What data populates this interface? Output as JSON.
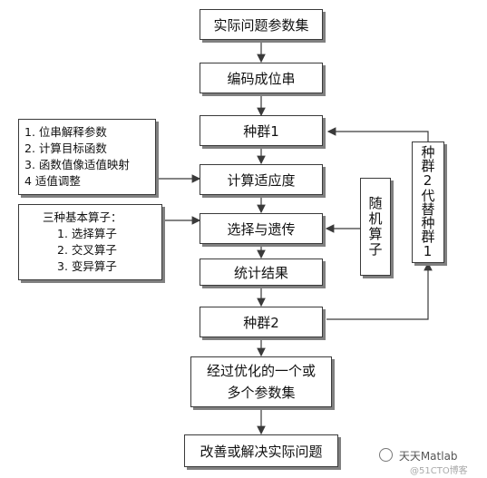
{
  "main_flow": [
    "实际问题参数集",
    "编码成位串",
    "种群1",
    "计算适应度",
    "选择与遗传",
    "统计结果",
    "种群2",
    "经过优化的一个或多个参数集",
    "改善或解决实际问题"
  ],
  "side_notes": {
    "fitness": [
      "1. 位串解释参数",
      "2. 计算目标函数",
      "3. 函数值像适值映射",
      "4  适值调整"
    ],
    "operators": {
      "title": "三种基本算子：",
      "items": [
        "1. 选择算子",
        "2. 交叉算子",
        "3. 变异算子"
      ]
    }
  },
  "random_operator": "随机算子",
  "replace_loop": "种群2代替种群1",
  "watermark": "天天Matlab",
  "watermark_sub": "@51CTO博客"
}
